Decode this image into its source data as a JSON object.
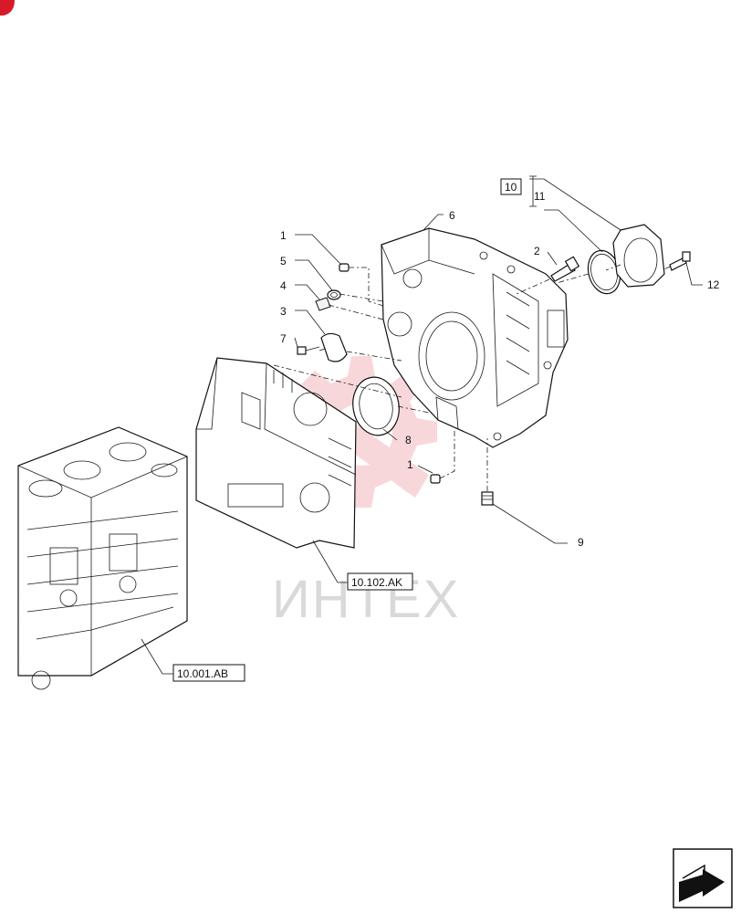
{
  "callouts": [
    {
      "id": "c1a",
      "text": "1"
    },
    {
      "id": "c5",
      "text": "5"
    },
    {
      "id": "c4",
      "text": "4"
    },
    {
      "id": "c3",
      "text": "3"
    },
    {
      "id": "c7",
      "text": "7"
    },
    {
      "id": "c6",
      "text": "6"
    },
    {
      "id": "c10",
      "text": "10"
    },
    {
      "id": "c11",
      "text": "11"
    },
    {
      "id": "c2",
      "text": "2"
    },
    {
      "id": "c12",
      "text": "12"
    },
    {
      "id": "c8",
      "text": "8"
    },
    {
      "id": "c1b",
      "text": "1"
    },
    {
      "id": "c9",
      "text": "9"
    }
  ],
  "references": {
    "ref_a": "10.102.AK",
    "ref_b": "10.001.AB"
  },
  "watermark": {
    "text": "ИНТЕХ",
    "color": "#f2a0a6"
  },
  "accent_color": "#d7192a",
  "nav_icon": "next-page-arrow-icon"
}
